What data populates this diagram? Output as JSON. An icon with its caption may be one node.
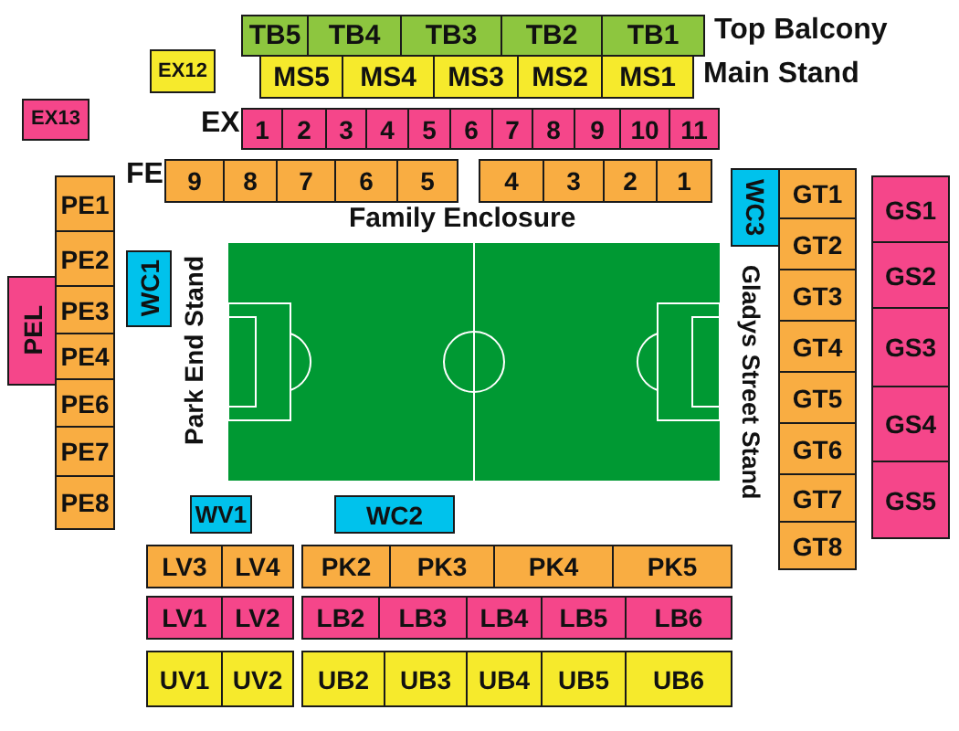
{
  "diagram": {
    "nodes": [
      {
        "text": [
          "TB5"
        ]
      },
      {
        "text": [
          "TB4"
        ]
      },
      {
        "text": [
          "TB3"
        ]
      },
      {
        "text": [
          "TB2"
        ]
      },
      {
        "text": [
          "TB1"
        ]
      },
      {
        "text": [
          "EX12"
        ]
      },
      {
        "text": [
          "MS5"
        ]
      },
      {
        "text": [
          "MS4"
        ]
      },
      {
        "text": [
          "MS3"
        ]
      },
      {
        "text": [
          "MS2"
        ]
      },
      {
        "text": [
          "MS1"
        ]
      },
      {
        "text": [
          "EX13"
        ]
      },
      {
        "text": [
          "1"
        ]
      },
      {
        "text": [
          "2"
        ]
      },
      {
        "text": [
          "3"
        ]
      },
      {
        "text": [
          "4"
        ]
      },
      {
        "text": [
          "5"
        ]
      },
      {
        "text": [
          "6"
        ]
      },
      {
        "text": [
          "7"
        ]
      },
      {
        "text": [
          "8"
        ]
      },
      {
        "text": [
          "9"
        ]
      },
      {
        "text": [
          "10"
        ]
      },
      {
        "text": [
          "11"
        ]
      },
      {
        "text": [
          "9"
        ]
      },
      {
        "text": [
          "8"
        ]
      },
      {
        "text": [
          "7"
        ]
      },
      {
        "text": [
          "6"
        ]
      },
      {
        "text": [
          "5"
        ]
      },
      {
        "text": [
          "4"
        ]
      },
      {
        "text": [
          "3"
        ]
      },
      {
        "text": [
          "2"
        ]
      },
      {
        "text": [
          "1"
        ]
      },
      {
        "text": [
          "PE1"
        ]
      },
      {
        "text": [
          "PE2"
        ]
      },
      {
        "text": [
          "PE3"
        ]
      },
      {
        "text": [
          "PE4"
        ]
      },
      {
        "text": [
          "PE6"
        ]
      },
      {
        "text": [
          "PE7"
        ]
      },
      {
        "text": [
          "PE8"
        ]
      },
      {
        "text": [
          "PEL"
        ]
      },
      {
        "text": [
          "WC1"
        ]
      },
      {
        "text": [
          "WC3"
        ]
      },
      {
        "text": [
          "GT1"
        ]
      },
      {
        "text": [
          "GT2"
        ]
      },
      {
        "text": [
          "GT3"
        ]
      },
      {
        "text": [
          "GT4"
        ]
      },
      {
        "text": [
          "GT5"
        ]
      },
      {
        "text": [
          "GT6"
        ]
      },
      {
        "text": [
          "GT7"
        ]
      },
      {
        "text": [
          "GT8"
        ]
      },
      {
        "text": [
          "GS1"
        ]
      },
      {
        "text": [
          "GS2"
        ]
      },
      {
        "text": [
          "GS3"
        ]
      },
      {
        "text": [
          "GS4"
        ]
      },
      {
        "text": [
          "GS5"
        ]
      },
      {
        "text": [
          "WV1"
        ]
      },
      {
        "text": [
          "WC2"
        ]
      },
      {
        "text": [
          "LV3"
        ]
      },
      {
        "text": [
          "LV4"
        ]
      },
      {
        "text": [
          "PK2"
        ]
      },
      {
        "text": [
          "PK3"
        ]
      },
      {
        "text": [
          "PK4"
        ]
      },
      {
        "text": [
          "PK5"
        ]
      },
      {
        "text": [
          "LV1"
        ]
      },
      {
        "text": [
          "LV2"
        ]
      },
      {
        "text": [
          "LB2"
        ]
      },
      {
        "text": [
          "LB3"
        ]
      },
      {
        "text": [
          "LB4"
        ]
      },
      {
        "text": [
          "LB5"
        ]
      },
      {
        "text": [
          "LB6"
        ]
      },
      {
        "text": [
          "UV1"
        ]
      },
      {
        "text": [
          "UV2"
        ]
      },
      {
        "text": [
          "UB2"
        ]
      },
      {
        "text": [
          "UB3"
        ]
      },
      {
        "text": [
          "UB4"
        ]
      },
      {
        "text": [
          "UB5"
        ]
      },
      {
        "text": [
          "UB6"
        ]
      }
    ],
    "labels": [
      "Top Balcony",
      "Main Stand",
      "EX",
      "FE",
      "Family Enclosure",
      "Park End Stand",
      "Gladys Street Stand"
    ]
  }
}
